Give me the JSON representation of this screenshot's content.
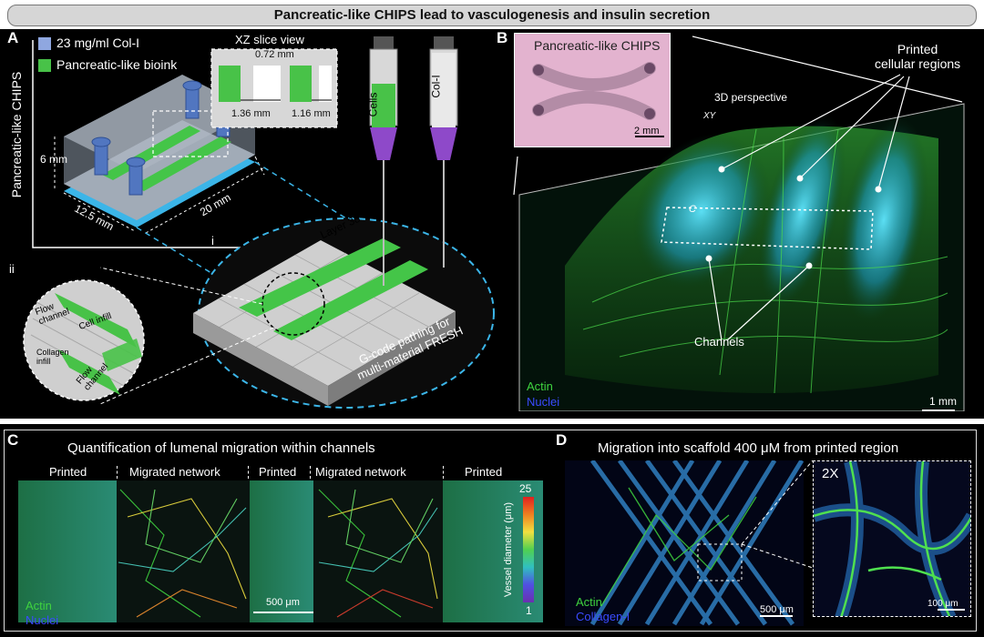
{
  "banner": {
    "title": "Pancreatic-like CHIPS lead to vasculogenesis and insulin secretion"
  },
  "panel_a": {
    "label": "A",
    "vertical_label": "Pancreatic-like CHIPS",
    "legend": [
      {
        "text": "23 mg/ml Col-I",
        "color": "#8fa7e0"
      },
      {
        "text": "Pancreatic-like bioink",
        "color": "#48c248"
      }
    ],
    "xz_slice": {
      "title": "XZ slice view",
      "d1": "0.72 mm",
      "d2": "1.36 mm",
      "d3": "1.16 mm"
    },
    "dims": {
      "height": "6 mm",
      "width": "20 mm",
      "depth": "12.5 mm"
    },
    "syringe_cells": "Cells",
    "syringe_colI": "Col-I",
    "layer": "Layer 38",
    "sub_i": "i",
    "sub_ii": "ii",
    "gcode": "G-code pathing for\nmulti-material FRESH",
    "zoom_labels": {
      "flow_channel_1": "Flow\nchannel",
      "cell_infill": "Cell infill",
      "collagen_infill": "Collagen\ninfill",
      "flow_channel_2": "Flow\nchannel"
    }
  },
  "panel_b": {
    "label": "B",
    "inset_title": "Pancreatic-like CHIPS",
    "inset_scale": "2 mm",
    "perspective": "3D perspective",
    "printed_regions": "Printed\ncellular regions",
    "axis_xy": "XY",
    "roi": "C",
    "channels": "Channels",
    "stain_actin": "Actin",
    "stain_nuclei": "Nuclei",
    "scale": "1 mm"
  },
  "panel_c": {
    "label": "C",
    "title": "Quantification of lumenal migration within channels",
    "regions": [
      "Printed",
      "Migrated network",
      "Printed",
      "Migrated network",
      "Printed"
    ],
    "colorbar": {
      "label": "Vessel diameter (μm)",
      "max": "25",
      "min": "1"
    },
    "scale": "500 μm",
    "stain_actin": "Actin",
    "stain_nuclei": "Nuclei"
  },
  "panel_d": {
    "label": "D",
    "title": "Migration into scaffold 400 μM from printed region",
    "zoom": "2X",
    "scale": "500 μm",
    "zoom_scale": "100 μm",
    "stain_actin": "Actin",
    "stain_collagen": "Collagen-I"
  },
  "colors": {
    "actin": "#3fd33f",
    "nuclei": "#3a4bff",
    "frame": "#dddddd",
    "roi": "#9ed7e6"
  }
}
